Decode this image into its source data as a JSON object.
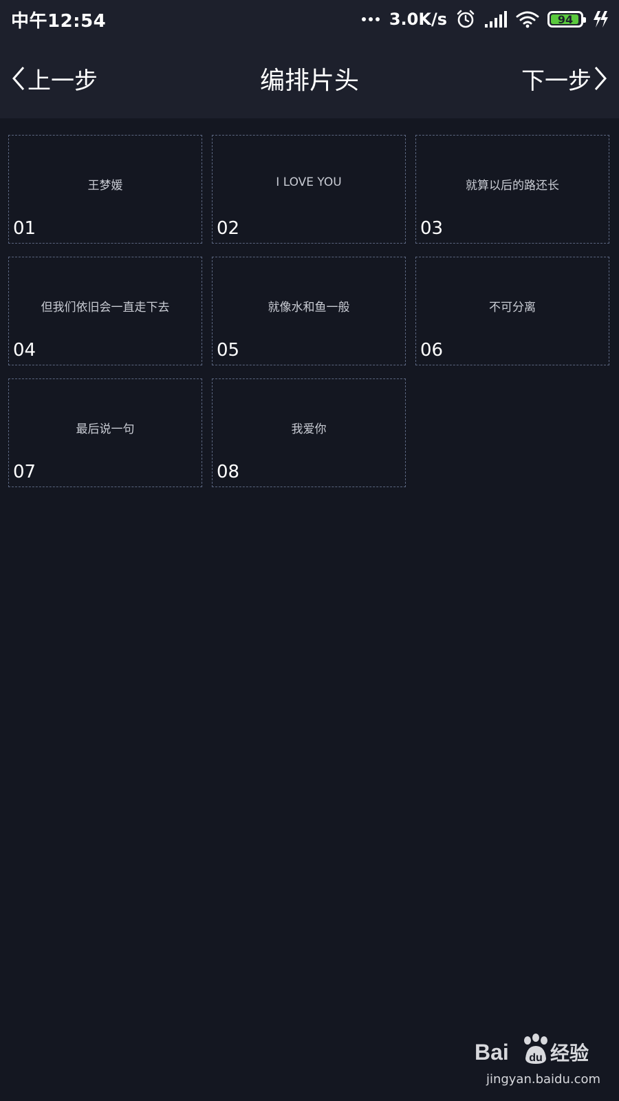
{
  "status_bar": {
    "time": "中午12:54",
    "network_speed": "3.0K/s",
    "battery_level": "94",
    "icons": [
      "alarm-icon",
      "signal-icon",
      "wifi-icon",
      "battery-icon",
      "charging-icon"
    ]
  },
  "nav": {
    "back_label": "上一步",
    "title": "编排片头",
    "next_label": "下一步"
  },
  "clips": [
    {
      "number": "01",
      "text": "王梦媛"
    },
    {
      "number": "02",
      "text": "I LOVE YOU"
    },
    {
      "number": "03",
      "text": "就算以后的路还长"
    },
    {
      "number": "04",
      "text": "但我们依旧会一直走下去"
    },
    {
      "number": "05",
      "text": "就像水和鱼一般"
    },
    {
      "number": "06",
      "text": "不可分离"
    },
    {
      "number": "07",
      "text": "最后说一句"
    },
    {
      "number": "08",
      "text": "我爱你"
    }
  ],
  "watermark": {
    "brand_left": "Bai",
    "brand_right": "经验",
    "url": "jingyan.baidu.com"
  },
  "colors": {
    "background": "#141721",
    "header": "#1d202c",
    "dash_border": "#5b6680",
    "battery": "#5ac93d"
  }
}
